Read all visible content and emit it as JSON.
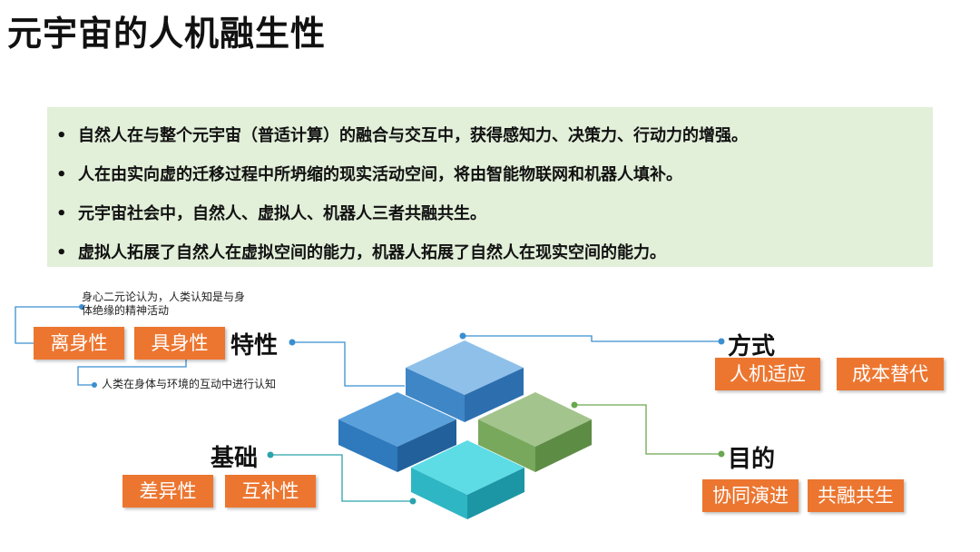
{
  "title": "元宇宙的人机融生性",
  "bullets": [
    "自然人在与整个元宇宙（普适计算）的融合与交互中，获得感知力、决策力、行动力的增强。",
    "人在由实向虚的迁移过程中所坍缩的现实活动空间，将由智能物联网和机器人填补。",
    "元宇宙社会中，自然人、虚拟人、机器人三者共融共生。",
    "虚拟人拓展了自然人在虚拟空间的能力，机器人拓展了自然人在现实空间的能力。"
  ],
  "bullet_marker": "•",
  "characteristics": {
    "heading": "特性",
    "tags": [
      "离身性",
      "具身性"
    ],
    "note_top": [
      "身心二元论认为，人类认知是与身",
      "体绝缘的精神活动"
    ],
    "note_bottom": "人类在身体与环境的互动中进行认知"
  },
  "method": {
    "heading": "方式",
    "tags": [
      "人机适应",
      "成本替代"
    ]
  },
  "foundation": {
    "heading": "基础",
    "tags": [
      "差异性",
      "互补性"
    ]
  },
  "goal": {
    "heading": "目的",
    "tags": [
      "协同演进",
      "共融共生"
    ]
  },
  "colors": {
    "tag": "#ec7630",
    "block_top_light_blue": "#8ec0ea",
    "block_top_blue": "#5aa1db",
    "block_top_green": "#a3c48c",
    "block_top_cyan": "#5ddce6",
    "connector_blue": "#3b8fd0",
    "connector_green": "#6aa84f",
    "bullet_background": "#e2efd9"
  }
}
